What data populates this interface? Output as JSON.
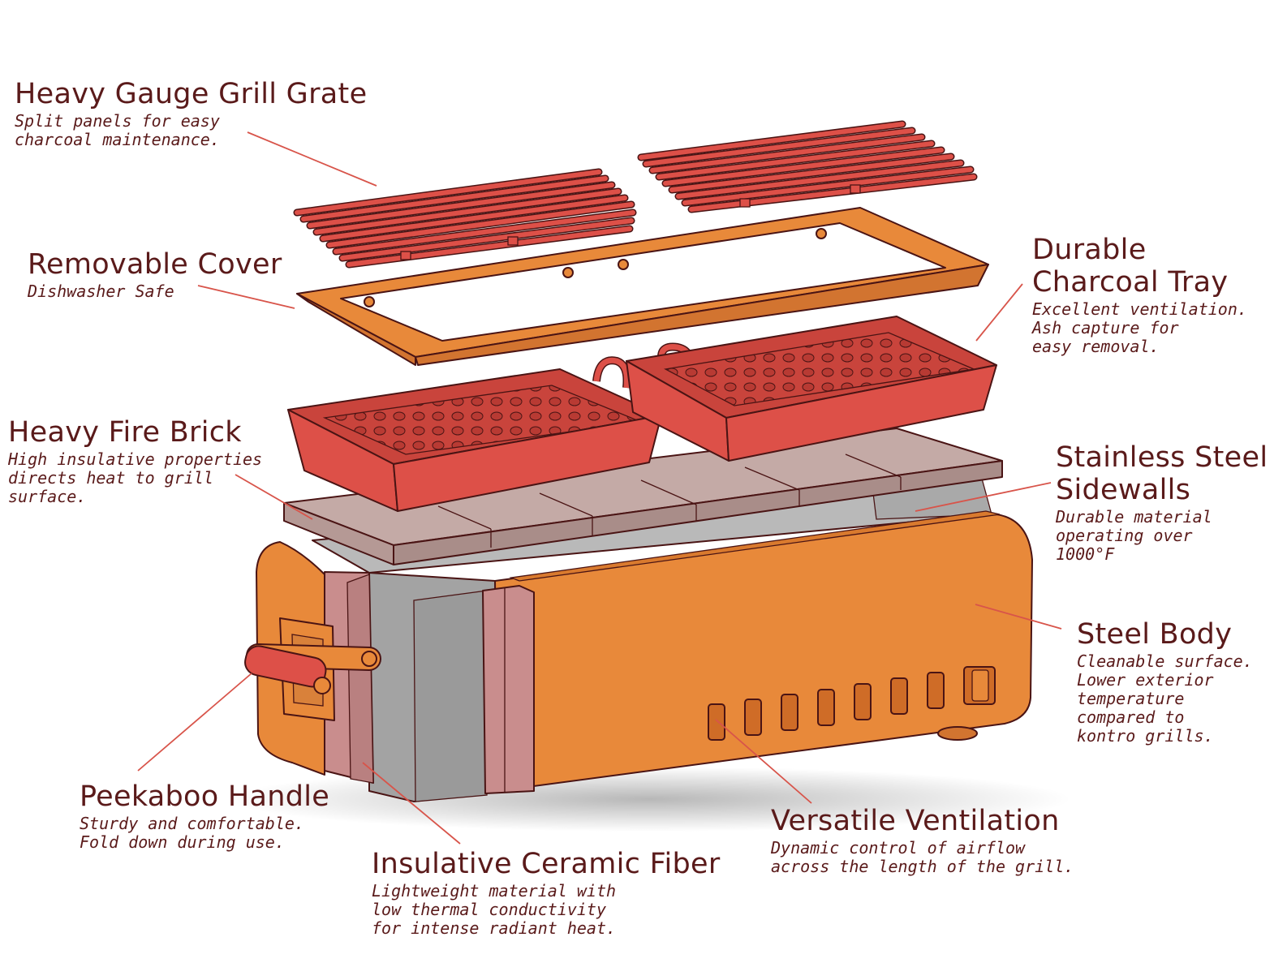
{
  "callouts": {
    "grill_grate": {
      "title": "Heavy Gauge Grill Grate",
      "desc": "Split panels for easy\ncharcoal maintenance."
    },
    "removable_cover": {
      "title": "Removable Cover",
      "desc": "Dishwasher Safe"
    },
    "charcoal_tray": {
      "title": "Durable\nCharcoal Tray",
      "desc": "Excellent ventilation.\nAsh capture for\neasy removal."
    },
    "fire_brick": {
      "title": "Heavy Fire Brick",
      "desc": "High insulative properties\ndirects heat to grill\nsurface."
    },
    "sidewalls": {
      "title": "Stainless Steel\nSidewalls",
      "desc": "Durable material\noperating over\n1000°F"
    },
    "steel_body": {
      "title": "Steel Body",
      "desc": "Cleanable surface.\nLower exterior\ntemperature\ncompared to\nkontro grills."
    },
    "handle": {
      "title": "Peekaboo Handle",
      "desc": "Sturdy and comfortable.\nFold down during use."
    },
    "ceramic_fiber": {
      "title": "Insulative Ceramic Fiber",
      "desc": "Lightweight material with\nlow thermal conductivity\nfor intense radiant heat."
    },
    "ventilation": {
      "title": "Versatile Ventilation",
      "desc": "Dynamic control of airflow\nacross the length of the grill."
    }
  },
  "colors": {
    "text": "#5a1a1a",
    "leader_line": "#d8544a",
    "grate_red": "#dd5048",
    "body_orange": "#e8893a",
    "brick_pink": "#c4aaa6",
    "ceramic_grey": "#a3a3a3",
    "fiber_pink": "#c98d8d",
    "outline": "#4a1414"
  },
  "icons": [
    "grill-grate-illustration",
    "cover-frame-illustration",
    "charcoal-tray-illustration",
    "fire-brick-illustration",
    "grill-body-illustration",
    "handle-illustration"
  ]
}
